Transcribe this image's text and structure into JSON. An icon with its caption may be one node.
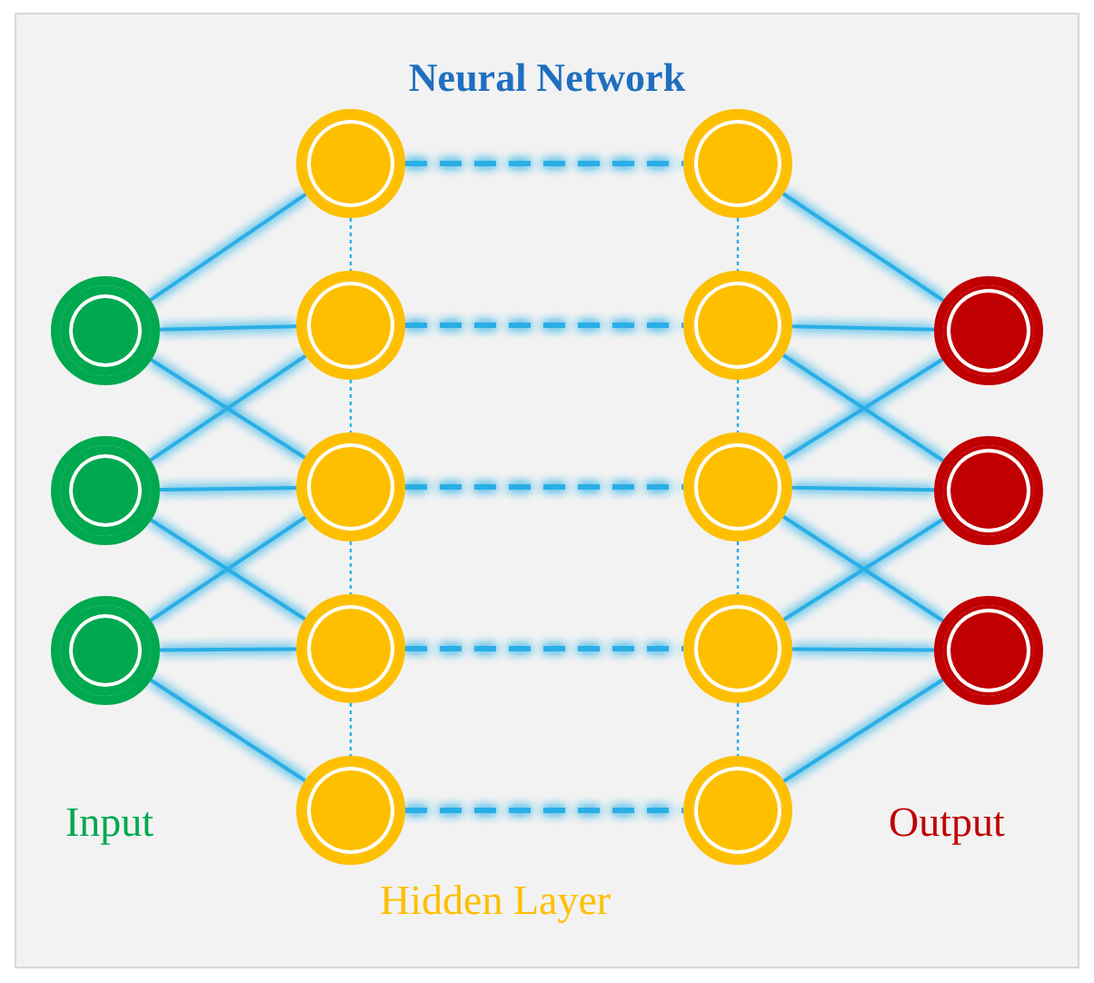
{
  "diagram": {
    "title": "Neural Network",
    "nodes": [
      {
        "text": [],
        "shape": "circle"
      },
      {
        "text": [],
        "shape": "circle"
      },
      {
        "text": [],
        "shape": "circle"
      },
      {
        "text": [],
        "shape": "circle"
      },
      {
        "text": [],
        "shape": "circle"
      },
      {
        "text": [],
        "shape": "circle"
      },
      {
        "text": [],
        "shape": "circle"
      },
      {
        "text": [],
        "shape": "circle"
      },
      {
        "text": [],
        "shape": "circle"
      },
      {
        "text": [],
        "shape": "circle"
      },
      {
        "text": [],
        "shape": "circle"
      },
      {
        "text": [],
        "shape": "circle"
      },
      {
        "text": [],
        "shape": "circle"
      },
      {
        "text": [],
        "shape": "circle"
      },
      {
        "text": [],
        "shape": "circle"
      },
      {
        "text": [],
        "shape": "circle"
      }
    ],
    "edges": [
      {
        "from": 0,
        "to": 3,
        "arrow": "none"
      },
      {
        "from": 0,
        "to": 4,
        "arrow": "none"
      },
      {
        "from": 0,
        "to": 5,
        "arrow": "none"
      },
      {
        "from": 1,
        "to": 4,
        "arrow": "none"
      },
      {
        "from": 1,
        "to": 5,
        "arrow": "none"
      },
      {
        "from": 1,
        "to": 6,
        "arrow": "none"
      },
      {
        "from": 2,
        "to": 5,
        "arrow": "none"
      },
      {
        "from": 2,
        "to": 6,
        "arrow": "none"
      },
      {
        "from": 2,
        "to": 7,
        "arrow": "none"
      },
      {
        "from": 3,
        "to": 8,
        "arrow": "none",
        "style": "dashed"
      },
      {
        "from": 4,
        "to": 9,
        "arrow": "none",
        "style": "dashed"
      },
      {
        "from": 5,
        "to": 10,
        "arrow": "none",
        "style": "dashed"
      },
      {
        "from": 6,
        "to": 11,
        "arrow": "none",
        "style": "dashed"
      },
      {
        "from": 7,
        "to": 12,
        "arrow": "none",
        "style": "dashed"
      },
      {
        "from": 3,
        "to": 4,
        "arrow": "none",
        "style": "dashed"
      },
      {
        "from": 4,
        "to": 5,
        "arrow": "none",
        "style": "dashed"
      },
      {
        "from": 5,
        "to": 6,
        "arrow": "none",
        "style": "dashed"
      },
      {
        "from": 6,
        "to": 7,
        "arrow": "none",
        "style": "dashed"
      },
      {
        "from": 8,
        "to": 9,
        "arrow": "none",
        "style": "dashed"
      },
      {
        "from": 9,
        "to": 10,
        "arrow": "none",
        "style": "dashed"
      },
      {
        "from": 10,
        "to": 11,
        "arrow": "none",
        "style": "dashed"
      },
      {
        "from": 11,
        "to": 12,
        "arrow": "none",
        "style": "dashed"
      },
      {
        "from": 8,
        "to": 13,
        "arrow": "none"
      },
      {
        "from": 9,
        "to": 13,
        "arrow": "none"
      },
      {
        "from": 9,
        "to": 14,
        "arrow": "none"
      },
      {
        "from": 10,
        "to": 13,
        "arrow": "none"
      },
      {
        "from": 10,
        "to": 14,
        "arrow": "none"
      },
      {
        "from": 10,
        "to": 15,
        "arrow": "none"
      },
      {
        "from": 11,
        "to": 14,
        "arrow": "none"
      },
      {
        "from": 11,
        "to": 15,
        "arrow": "none"
      },
      {
        "from": 12,
        "to": 15,
        "arrow": "none"
      }
    ],
    "labels": [
      "Input",
      "Output",
      "Hidden Layer"
    ]
  }
}
